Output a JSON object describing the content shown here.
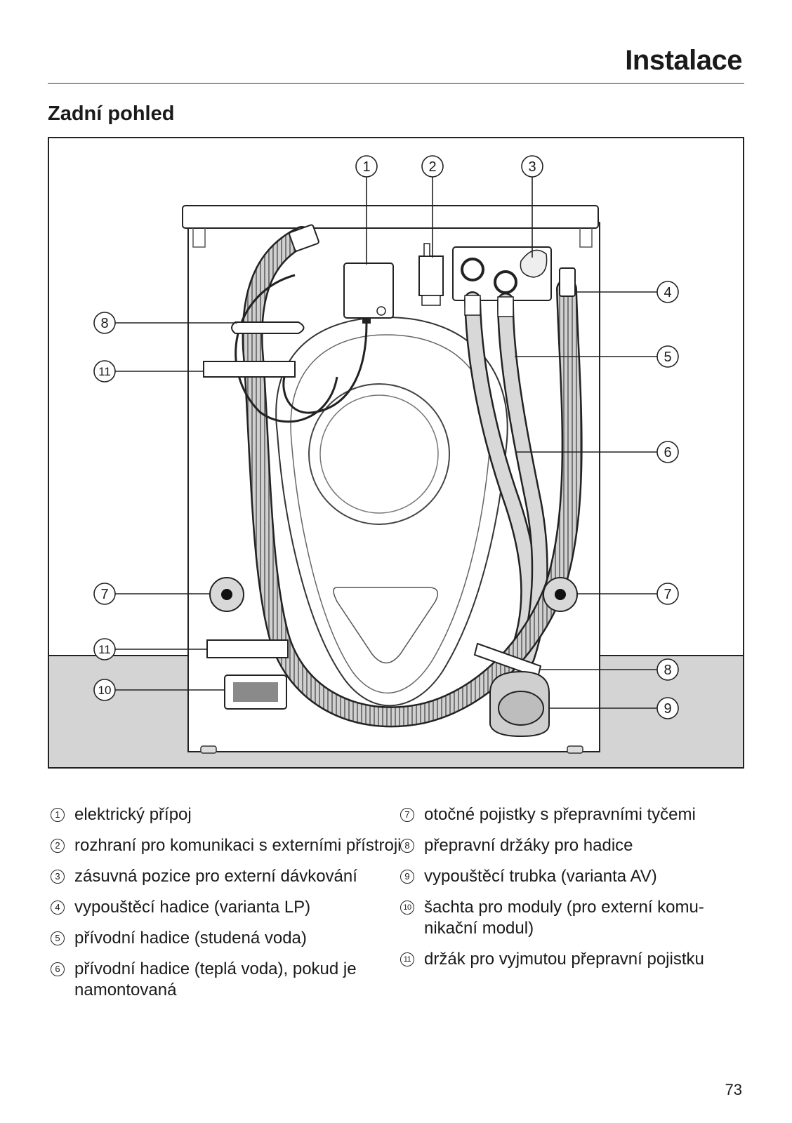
{
  "header": {
    "section": "Instalace",
    "title": "Zadní pohled"
  },
  "figure": {
    "callouts": [
      {
        "n": "1"
      },
      {
        "n": "2"
      },
      {
        "n": "3"
      },
      {
        "n": "4"
      },
      {
        "n": "5"
      },
      {
        "n": "6"
      },
      {
        "n": "7"
      },
      {
        "n": "7"
      },
      {
        "n": "8"
      },
      {
        "n": "8"
      },
      {
        "n": "9"
      },
      {
        "n": "10"
      },
      {
        "n": "11"
      },
      {
        "n": "11"
      }
    ]
  },
  "legend": {
    "left": [
      {
        "n": "1",
        "text": "elektrický přípoj"
      },
      {
        "n": "2",
        "text": "rozhraní pro komunikaci s externími přístroji"
      },
      {
        "n": "3",
        "text": "zásuvná pozice pro externí dávkování"
      },
      {
        "n": "4",
        "text": "vypouštěcí hadice (varianta LP)"
      },
      {
        "n": "5",
        "text": "přívodní hadice (studená voda)"
      },
      {
        "n": "6",
        "text": "přívodní hadice (teplá voda), pokud je namontovaná"
      }
    ],
    "right": [
      {
        "n": "7",
        "text": "otočné pojistky s přepravními tyčemi"
      },
      {
        "n": "8",
        "text": "přepravní držáky pro hadice"
      },
      {
        "n": "9",
        "text": "vypouštěcí trubka (varianta AV)"
      },
      {
        "n": "10",
        "text": "šachta pro moduly (pro externí komu-nikační modul)"
      },
      {
        "n": "11",
        "text": "držák pro vyjmutou přepravní pojistku"
      }
    ]
  },
  "footer": {
    "page": "73"
  }
}
